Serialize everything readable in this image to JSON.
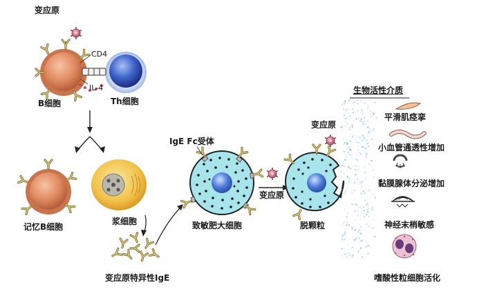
{
  "labels": {
    "allergen_top": "变应原",
    "cd4": "CD4",
    "il4": "IL-4",
    "b_cell": "B细胞",
    "th_cell": "Th细胞",
    "memory_b": "记忆B细胞",
    "plasma_cell": "浆细胞",
    "specific_ige": "变应原特异性IgE",
    "ige_fc_receptor": "IgE Fc受体",
    "sensitized_mast": "致敏肥大细胞",
    "allergen_arrow": "变应原",
    "allergen_right": "变应原",
    "degranulation": "脱颗粒"
  },
  "mediators": {
    "title": "生物活性介质",
    "items": [
      {
        "label": "平滑肌痉挛",
        "icon": "smooth-muscle-icon"
      },
      {
        "label": "小血管通透性增加",
        "icon": "blood-vessel-icon"
      },
      {
        "label": "黏膜腺体分泌增加",
        "icon": "gland-icon"
      },
      {
        "label": "神经末梢敏感",
        "icon": "nerve-ending-icon"
      },
      {
        "label": "嗜酸性粒细胞活化",
        "icon": "eosinophil-icon"
      }
    ]
  },
  "colors": {
    "b_cell": "#e08a60",
    "th_cell": "#3f63c9",
    "mast_cell": "#a8e4ec",
    "plasma_cell": "#f2c24a",
    "antibody": "#b8a15a",
    "allergen": "#c05a70"
  }
}
